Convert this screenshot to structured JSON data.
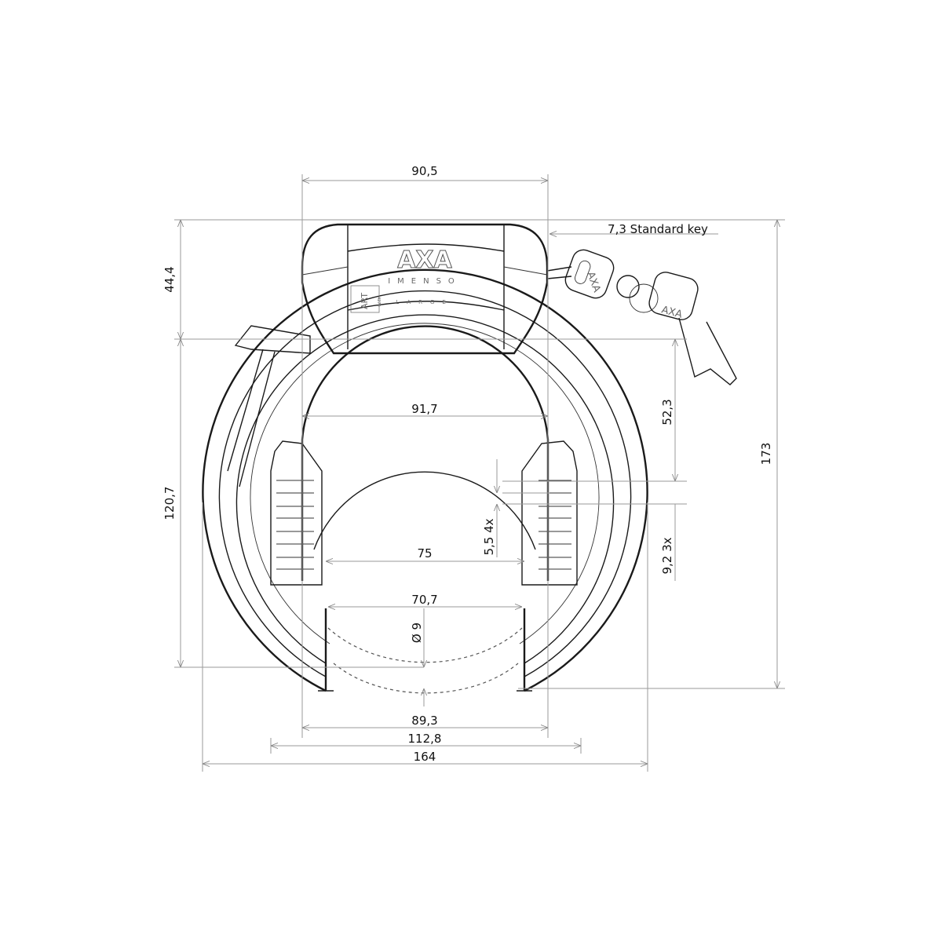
{
  "product": {
    "brand": "AXA",
    "model": "IMENSO",
    "size": "LARGE",
    "certification": "ART",
    "certification_number": "4270",
    "key_brand": "AXA"
  },
  "dimensions": {
    "body_width": "90,5",
    "key_label": "7,3 Standard key",
    "body_height": "44,4",
    "ring_height": "120,7",
    "total_height": "173",
    "lock_to_slot": "52,3",
    "slot_pitch_right": "9,2 3x",
    "slot_pitch_left": "5,5 4x",
    "inner_width_top": "91,7",
    "inner_width_slots": "75",
    "opening_width": "70,7",
    "bolt_diameter": "Ø 9",
    "inner_width_bottom": "89,3",
    "mid_width": "112,8",
    "total_width": "164"
  }
}
